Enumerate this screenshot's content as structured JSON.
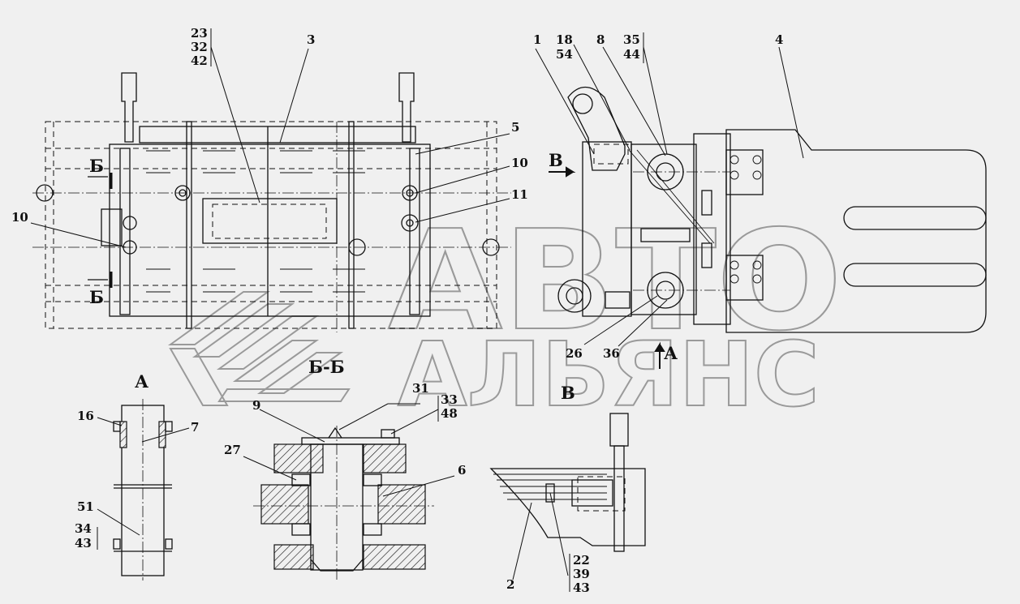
{
  "watermark": {
    "line1": "АВТО",
    "line2": "АЛЬЯНС"
  },
  "view_labels": {
    "section_b": "Б-Б",
    "view_a": "А",
    "arrow_a": "А",
    "cut_b_top": "Б",
    "cut_b_bottom": "Б",
    "arrow_v": "В",
    "view_v": "В"
  },
  "callouts": {
    "c23_32_42": [
      "23",
      "32",
      "42"
    ],
    "c3": "3",
    "c5": "5",
    "c10_right": "10",
    "c11": "11",
    "c10_left": "10",
    "c1": "1",
    "c18_54": [
      "18",
      "54"
    ],
    "c8": "8",
    "c35_44": [
      "35",
      "44"
    ],
    "c4": "4",
    "c26": "26",
    "c36": "36",
    "c16": "16",
    "c7": "7",
    "c51": "51",
    "c34_43": [
      "34",
      "43"
    ],
    "c9": "9",
    "c31": "31",
    "c33_48": [
      "33",
      "48"
    ],
    "c27": "27",
    "c6": "6",
    "c2": "2",
    "c22_39_43": [
      "22",
      "39",
      "43"
    ]
  }
}
